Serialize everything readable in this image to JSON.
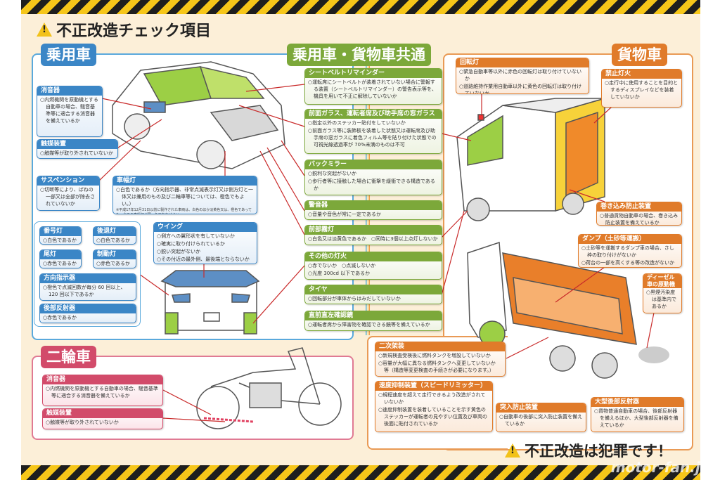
{
  "title": "不正改造チェック項目",
  "slogan": "不正改造は犯罪です！",
  "warning_glyph": "!",
  "watermark": "motor-fan.jp",
  "colors": {
    "passenger": "#3b86c6",
    "common": "#7ca83a",
    "truck": "#e07b2a",
    "motorcycle": "#d24b6a",
    "background": "#fcefd8"
  },
  "passenger": {
    "tag": "乗用車",
    "muffler": {
      "title": "消音器",
      "items": [
        "○内燃機関を原動機とする自動車の場合、騒音基準等に適合する消音器を備えているか"
      ]
    },
    "catalyst": {
      "title": "触媒装置",
      "items": [
        "○触媒等が取り外されていないか"
      ]
    },
    "suspension": {
      "title": "サスペンション",
      "items": [
        "○切断等により、ばねの一部又は全部が除去されていないか"
      ]
    },
    "width_lamp": {
      "title": "車幅灯",
      "items": [
        "○白色であるか（方向指示器、非常点滅表示灯又は側方灯と一体又は兼用のもの及び二輪車等については、橙色でもよい。）"
      ],
      "note": "※平成17年12月31日以前に製作された車両は、白色のほか淡黄色又は、橙色であっても、全ての車幅灯が同一色であればよい。"
    },
    "plate_lamp": {
      "title": "番号灯",
      "items": [
        "○白色であるか"
      ]
    },
    "reverse_lamp": {
      "title": "後退灯",
      "items": [
        "○白色であるか"
      ]
    },
    "tail_lamp": {
      "title": "尾灯",
      "items": [
        "○赤色であるか"
      ]
    },
    "brake_lamp": {
      "title": "制動灯",
      "items": [
        "○赤色であるか"
      ]
    },
    "turn_signal": {
      "title": "方向指示器",
      "items": [
        "○橙色で点滅回数が毎分 60 回以上、120 回以下であるか"
      ]
    },
    "rear_reflector": {
      "title": "後部反射器",
      "items": [
        "○赤色であるか"
      ]
    },
    "wing": {
      "title": "ウイング",
      "items": [
        "○側方への翼形状を有していないか",
        "○確実に取り付けられているか",
        "○鋭い突起がないか",
        "○その付近の最外側、最後端とならないか 等"
      ]
    }
  },
  "common": {
    "tag": "乗用車・貨物車共通",
    "boxes": [
      {
        "title": "シートベルトリマインダー",
        "items": [
          "○運転席にシートベルトが装着されていない場合に警報する装置（シートベルトリマインダー）の警告表示等を、機具を用いて不正に解除していないか"
        ]
      },
      {
        "title": "前面ガラス、運転者席及び助手席の窓ガラス",
        "items": [
          "○指定以外のステッカー貼付をしていないか",
          "○前面ガラス等に装飾板を装着した状態又は運転席及び助手席の窓ガラスに着色フィルム等を貼り付けた状態での可視光線透過率が 70%未満のものは不可"
        ]
      },
      {
        "title": "バックミラー",
        "items": [
          "○鋭利な突起がないか",
          "○歩行者等に接触した場合に衝撃を緩衝できる構造であるか"
        ]
      },
      {
        "title": "警音器",
        "items": [
          "○音量や音色が常に一定であるか"
        ]
      },
      {
        "title": "前部霧灯",
        "items": [
          "○白色又は淡黄色であるか　○同時に3個以上点灯しないか"
        ]
      },
      {
        "title": "その他の灯火",
        "items": [
          "○赤でないか　○点滅しないか",
          "○光度 300cd 以下であるか"
        ]
      },
      {
        "title": "タイヤ",
        "items": [
          "○回転部分が車体からはみだしていないか"
        ]
      },
      {
        "title": "直前直左確認鏡",
        "items": [
          "○運転者席から障害物を確認できる鏡等を備えているか"
        ]
      }
    ]
  },
  "truck": {
    "tag": "貨物車",
    "beacon": {
      "title": "回転灯",
      "items": [
        "○緊急自動車等以外に赤色の回転灯は取り付けていないか",
        "○道路維持作業用自動車以外に黄色の回転灯は取り付けていないか"
      ]
    },
    "prohibited_light": {
      "title": "禁止灯火",
      "items": [
        "○走行中に使用することを目的とするディスプレイなどを装着していないか"
      ]
    },
    "side_guard": {
      "title": "巻き込み防止装置",
      "items": [
        "○普通貨物自動車の場合、巻き込み防止装置を備えているか"
      ]
    },
    "dump": {
      "title": "ダンプ（土砂等運搬）",
      "items": [
        "○土砂等を運搬するダンプ車の場合、さし枠の取り付けがないか",
        "○荷台の一部を高くする等の改造がないか"
      ]
    },
    "diesel": {
      "title": "ディーゼル車の原動機",
      "items": [
        "○黒煙汚染度は基準内であるか"
      ]
    },
    "secondary": {
      "title": "二次架装",
      "items": [
        "○新規検査受検後に燃料タンクを増設していないか",
        "○容量が大幅に異なる燃料タンクへ変更していないか 等（構造等変更検査の手続きが必要になります。）"
      ]
    },
    "speed_limiter": {
      "title": "速度抑制装置（スピードリミッター）",
      "items": [
        "○規程速度を超えて走行できるよう改造がされていないか",
        "○速度抑制装置を装着していることを示す黄色のステッカーが運転者の見やすい位置及び車両の後面に貼付されているか"
      ]
    },
    "underrun": {
      "title": "突入防止装置",
      "items": [
        "○自動車の後部に突入防止装置を備えているか"
      ]
    },
    "large_reflector": {
      "title": "大型後部反射器",
      "items": [
        "○貨物普通自動車の場合、後部反射器を備えるほか、大型後部反射器を備えているか"
      ]
    }
  },
  "motorcycle": {
    "tag": "二輪車",
    "muffler": {
      "title": "消音器",
      "items": [
        "○内燃機関を原動機とする自動車の場合、騒音基準等に適合する消音器を備えているか"
      ]
    },
    "catalyst": {
      "title": "触媒装置",
      "items": [
        "○触媒等が取り外されていないか"
      ]
    }
  }
}
